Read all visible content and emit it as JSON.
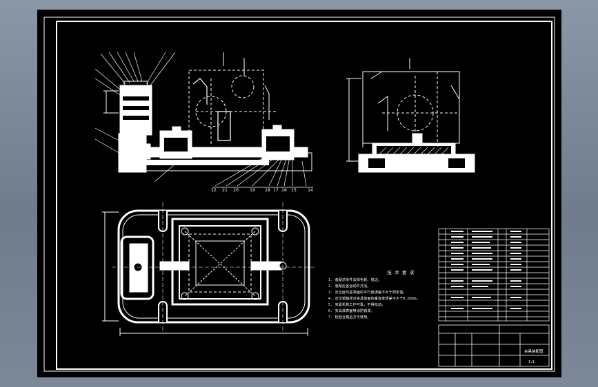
{
  "drawing": {
    "front_view_balloons": [
      "22",
      "21",
      "20",
      "19",
      "18",
      "17",
      "16",
      "15",
      "14"
    ],
    "tech_requirements": {
      "title": "技 术 要 求",
      "items": [
        "1. 装配前零件去除毛刺、锐边。",
        "2. 装配后各运动件灵活。",
        "3. 定位面与基准面的平行度误差不大于规定值。",
        "4. 定位销轴线对夹具底面的垂直度误差不大于0.02mm。",
        "5. 夹紧机构工作可靠，不得松动。",
        "6. 夹具体表面喷涂防锈漆。",
        "7. 检验合格后方可使用。"
      ]
    },
    "title_block": {
      "drawing_name": "夹具装配图",
      "scale": "1:1"
    }
  }
}
